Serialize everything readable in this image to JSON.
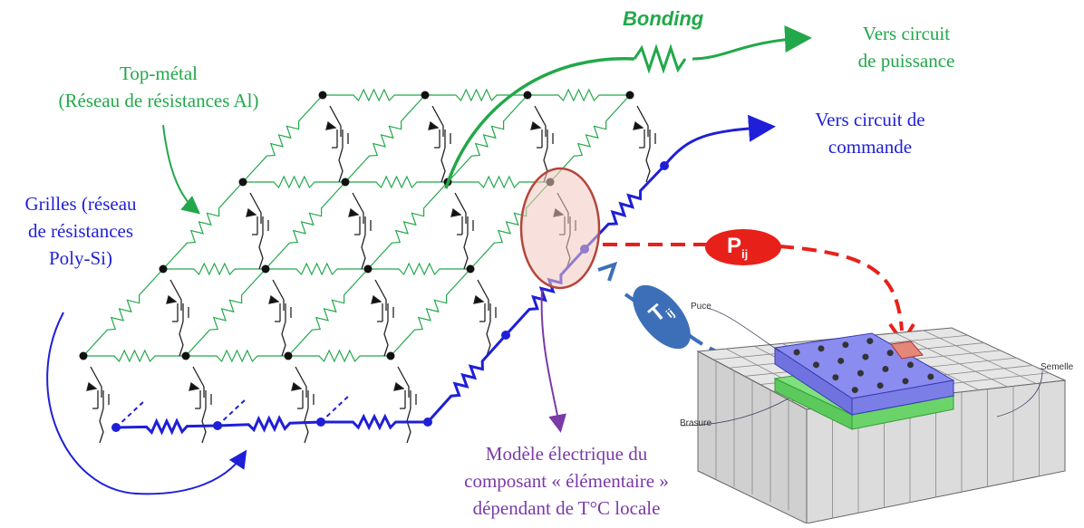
{
  "labels": {
    "bonding": "Bonding",
    "power_circuit_line1": "Vers circuit",
    "power_circuit_line2": "de puissance",
    "top_metal_line1": "Top-métal",
    "top_metal_line2": "(Réseau de résistances Al)",
    "command_circuit_line1": "Vers circuit de",
    "command_circuit_line2": "commande",
    "gates_line1": "Grilles (réseau",
    "gates_line2": "de résistances",
    "gates_line3": "Poly-Si)",
    "model_line1": "Modèle électrique du",
    "model_line2": "composant « élémentaire »",
    "model_line3": "dépendant de T°C locale",
    "power_symbol": "P",
    "power_subscript": "ij",
    "temp_symbol": "T",
    "temp_subscript": "ij",
    "chip_label": "Puce",
    "baseplate_label": "Semelle",
    "solder_label": "Brasure"
  },
  "colors": {
    "top_metal": "#22a84a",
    "gates": "#1f1fd8",
    "model": "#7a3aa8",
    "power": "#e8201a",
    "temperature": "#3d6fb8",
    "chip": "#8a8cf0",
    "solder": "#7ee07e"
  }
}
